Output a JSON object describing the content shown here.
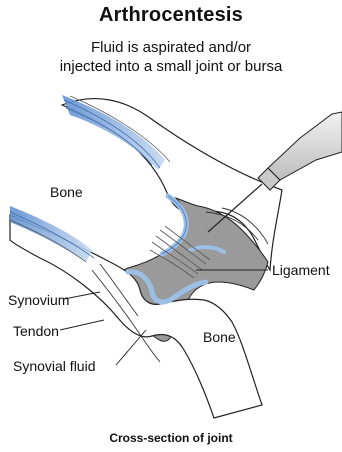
{
  "header": {
    "title": "Arthrocentesis",
    "subtitle_line1": "Fluid is aspirated and/or",
    "subtitle_line2": "injected into a small joint or bursa"
  },
  "labels": {
    "bone_upper": "Bone",
    "bone_lower": "Bone",
    "ligament": "Ligament",
    "synovium": "Synovium",
    "tendon": "Tendon",
    "synovial_fluid": "Synovial fluid"
  },
  "caption": "Cross-section of joint",
  "colors": {
    "tendon_blue": "#7aa6d8",
    "cartilage_blue": "#9cbfe6",
    "synovial_gray": "#9a9a9a",
    "needle_gray": "#d9d9d9",
    "outline": "#222222"
  }
}
